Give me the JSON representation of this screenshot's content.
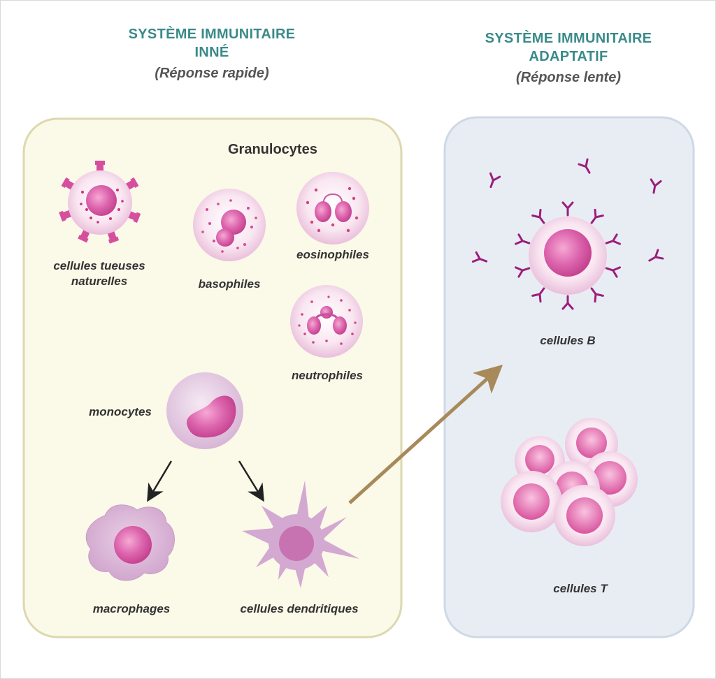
{
  "innate": {
    "title_line1": "SYSTÈME IMMUNITAIRE",
    "title_line2": "INNÉ",
    "subtitle": "(Réponse rapide)",
    "granulocytes_title": "Granulocytes",
    "labels": {
      "nk_line1": "cellules tueuses",
      "nk_line2": "naturelles",
      "basophils": "basophiles",
      "eosinophils": "eosinophiles",
      "neutrophils": "neutrophiles",
      "monocytes": "monocytes",
      "macrophages": "macrophages",
      "dendritic": "cellules dendritiques"
    }
  },
  "adaptive": {
    "title_line1": "SYSTÈME IMMUNITAIRE",
    "title_line2": "ADAPTATIF",
    "subtitle": "(Réponse lente)",
    "labels": {
      "b_cells": "cellules B",
      "t_cells": "cellules T"
    }
  },
  "colors": {
    "heading": "#3a8a8a",
    "innate_panel": "#fbf9e8",
    "innate_border": "#ddd8b0",
    "adaptive_panel": "#e8edf4",
    "adaptive_border": "#cfd8e6",
    "cell_pink": "#d14f9e",
    "antibody": "#9b1f7c",
    "arrow_gold": "#a88a5a"
  }
}
